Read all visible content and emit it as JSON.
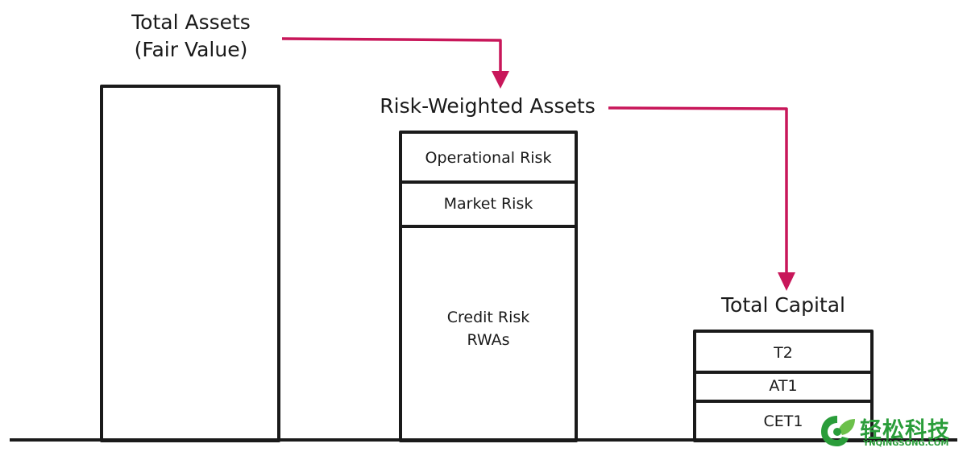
{
  "diagram": {
    "total_assets": {
      "line1": "Total Assets",
      "line2": "(Fair Value)"
    },
    "rwa": {
      "title": "Risk-Weighted Assets",
      "operational": "Operational Risk",
      "market": "Market Risk",
      "credit_line1": "Credit Risk",
      "credit_line2": "RWAs"
    },
    "capital": {
      "title": "Total Capital",
      "t2": "T2",
      "at1": "AT1",
      "cet1": "CET1"
    }
  },
  "watermark": {
    "text": "轻松科技",
    "sub": "YNQINGSONG.COM"
  },
  "colors": {
    "arrow": "#c8175a",
    "ink": "#1a1a1a",
    "watermark": "#2a9d3a"
  }
}
